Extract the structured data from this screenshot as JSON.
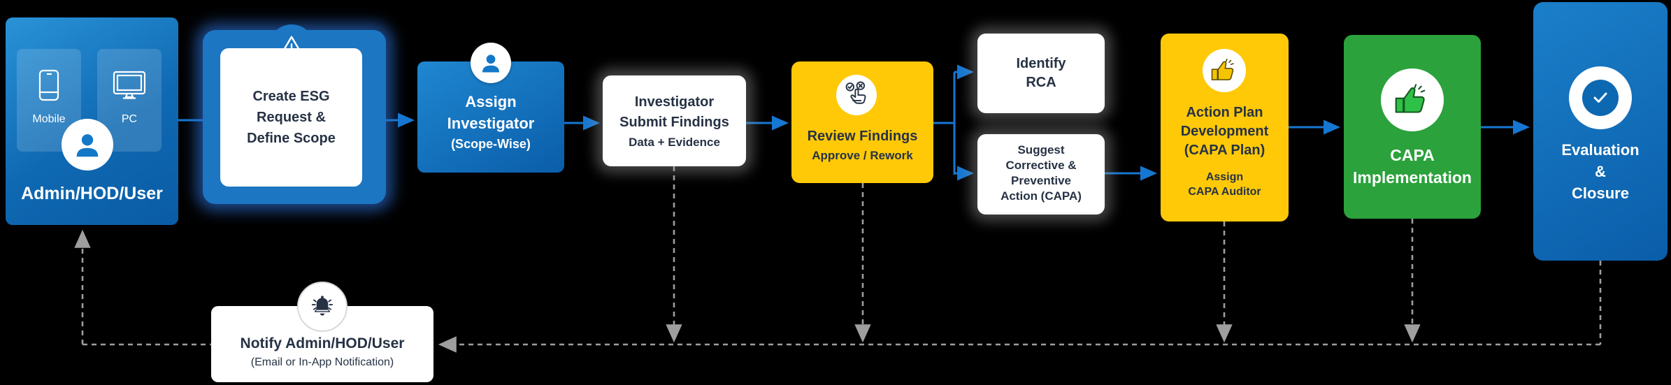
{
  "diagram": {
    "type": "flowchart",
    "background": "#000000",
    "colors": {
      "blue_accent": "#1677d2",
      "blue_box": "#1c76c2",
      "blue_gradient_light": "#1f87d0",
      "blue_gradient_dark": "#0a5da9",
      "yellow": "#ffc907",
      "green": "#2ba23c",
      "dark_text": "#263244",
      "white": "#ffffff",
      "dashed_gray": "#9e9e9e"
    },
    "nodes": {
      "admin": {
        "title": "Admin/HOD/User",
        "devices": {
          "mobile": "Mobile",
          "pc": "PC"
        },
        "icons": [
          "mobile-icon",
          "pc-icon",
          "user-icon"
        ]
      },
      "create_esg": {
        "title": "Create ESG\nRequest &\nDefine Scope",
        "icon": "warning-icon"
      },
      "assign_investigator": {
        "title": "Assign\nInvestigator",
        "subtitle": "(Scope-Wise)",
        "icon": "user-icon"
      },
      "submit_findings": {
        "title": "Investigator\nSubmit Findings",
        "subtitle": "Data + Evidence"
      },
      "review_findings": {
        "title": "Review Findings",
        "subtitle": "Approve / Rework",
        "icon": "select-hand-icon"
      },
      "identify_rca": {
        "title": "Identify\nRCA"
      },
      "suggest_capa": {
        "title": "Suggest\nCorrective &\nPreventive\nAction (CAPA)"
      },
      "action_plan": {
        "title": "Action Plan\nDevelopment\n(CAPA Plan)",
        "subtitle": "Assign\nCAPA Auditor",
        "icon": "thumbs-up-icon"
      },
      "capa_implementation": {
        "title": "CAPA\nImplementation",
        "icon": "thumbs-up-icon"
      },
      "evaluation_closure": {
        "title": "Evaluation\n&\nClosure",
        "icon": "check-circle-icon"
      },
      "notify": {
        "title": "Notify Admin/HOD/User",
        "subtitle": "(Email or In-App Notification)",
        "icon": "bell-icon"
      }
    },
    "flow_edges_solid": [
      "Admin/HOD/User → Create ESG Request & Define Scope",
      "Create ESG Request & Define Scope → Assign Investigator",
      "Assign Investigator → Investigator Submit Findings",
      "Investigator Submit Findings → Review Findings",
      "Review Findings → Identify RCA",
      "Review Findings → Suggest Corrective & Preventive Action (CAPA)",
      "Suggest Corrective & Preventive Action (CAPA) → Action Plan Development (CAPA Plan)",
      "Action Plan Development (CAPA Plan) → CAPA Implementation",
      "CAPA Implementation → Evaluation & Closure"
    ],
    "flow_edges_dashed": [
      "Investigator Submit Findings → notification line",
      "Review Findings → notification line",
      "Action Plan Development → notification line",
      "CAPA Implementation → notification line",
      "Evaluation & Closure → notification line",
      "notification line → Notify Admin/HOD/User",
      "notification line → Admin/HOD/User"
    ]
  }
}
